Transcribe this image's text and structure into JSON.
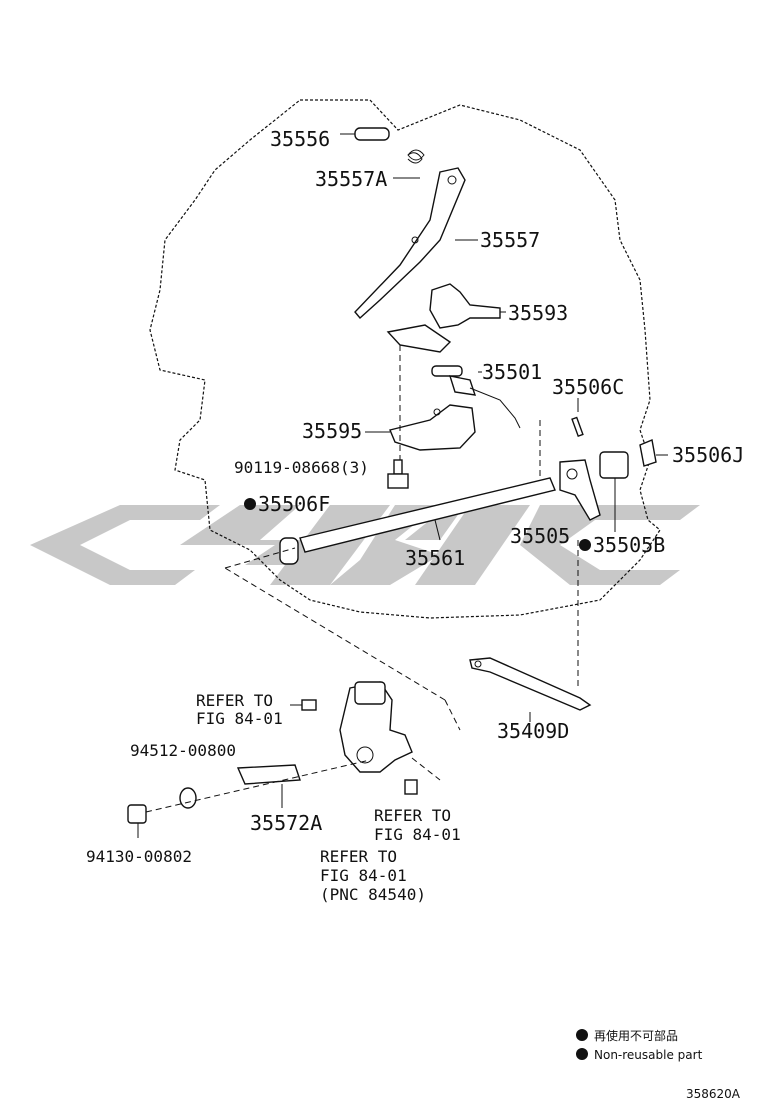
{
  "labels": {
    "p35556": "35556",
    "p35557a": "35557A",
    "p35557": "35557",
    "p35593": "35593",
    "p35501": "35501",
    "p35506c": "35506C",
    "p35595": "35595",
    "p35506j": "35506J",
    "p90119": "90119-08668(3)",
    "p35506f": "35506F",
    "p35561": "35561",
    "p35505": "35505",
    "p35505b": "35505B",
    "p35409d": "35409D",
    "refer1_line1": "REFER TO",
    "refer1_line2": "FIG 84-01",
    "p94512": "94512-00800",
    "p35572a": "35572A",
    "refer2_line1": "REFER TO",
    "refer2_line2": "FIG 84-01",
    "p94130": "94130-00802",
    "refer3_line1": "REFER TO",
    "refer3_line2": "FIG 84-01",
    "refer3_line3": "(PNC 84540)"
  },
  "legend": {
    "zh": "再使用不可部品",
    "en": "Non-reusable part"
  },
  "diagram_id": "358620A",
  "colors": {
    "ink": "#111111",
    "watermark": "#c8c8c8"
  }
}
